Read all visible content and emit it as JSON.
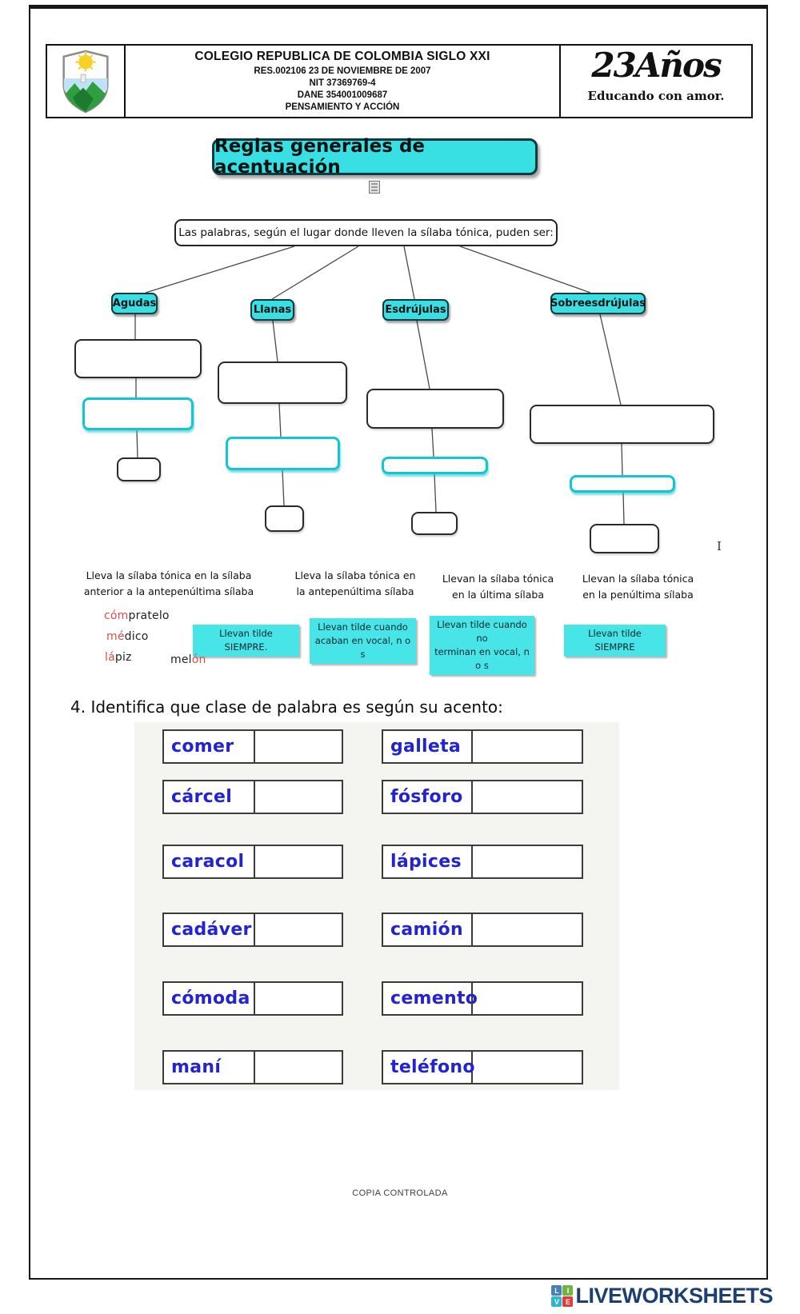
{
  "header": {
    "school_name": "COLEGIO REPUBLICA DE COLOMBIA SIGLO XXI",
    "lines": [
      "RES.002106 23 DE NOVIEMBRE DE 2007",
      "NIT 37369769-4",
      "DANE 354001009687",
      "PENSAMIENTO Y ACCIÓN"
    ],
    "years_number": "23",
    "years_word": "Años",
    "slogan": "Educando con amor."
  },
  "title": "Reglas generales de acentuación",
  "intro": "Las palabras, según el lugar donde lleven la sílaba tónica, puden ser:",
  "categories": [
    "Agudas",
    "Llanas",
    "Esdrújulas",
    "Sobreesdrújulas"
  ],
  "descriptions": [
    {
      "line1": "Lleva la sílaba tónica en la sílaba",
      "line2": "anterior a la antepenúltima sílaba"
    },
    {
      "line1": "Lleva la sílaba tónica en",
      "line2": "la antepenúltima sílaba"
    },
    {
      "line1": "Llevan la sílaba tónica",
      "line2": "en la última sílaba"
    },
    {
      "line1": "Llevan la sílaba tónica",
      "line2": "en la penúltima sílaba"
    }
  ],
  "tilde_rules": [
    {
      "line1": "Llevan tilde SIEMPRE.",
      "line2": ""
    },
    {
      "line1": "Llevan tilde cuando",
      "line2": "acaban en vocal, n o s"
    },
    {
      "line1": "Llevan tilde cuando no",
      "line2": "terminan en vocal, n o s"
    },
    {
      "line1": "Llevan tilde SIEMPRE",
      "line2": ""
    }
  ],
  "examples": [
    {
      "parts": [
        {
          "text": "cóm",
          "color": "#d84f4a"
        },
        {
          "text": "pratelo",
          "color": "#222222"
        }
      ]
    },
    {
      "parts": [
        {
          "text": "mé",
          "color": "#d84f4a"
        },
        {
          "text": "dico",
          "color": "#222222"
        }
      ]
    },
    {
      "parts": [
        {
          "text": "lá",
          "color": "#d84f4a"
        },
        {
          "text": "piz",
          "color": "#222222"
        }
      ]
    },
    {
      "parts": [
        {
          "text": "mel",
          "color": "#222222"
        },
        {
          "text": "ón",
          "color": "#d84f4a"
        }
      ]
    }
  ],
  "exercise": {
    "heading": "4. Identifica que clase de palabra es según su acento:",
    "rows": [
      {
        "left": "comer",
        "right": "galleta"
      },
      {
        "left": "cárcel",
        "right": "fósforo"
      },
      {
        "left": "caracol",
        "right": "lápices"
      },
      {
        "left": "cadáver",
        "right": "camión"
      },
      {
        "left": "cómoda",
        "right": "cemento"
      },
      {
        "left": "maní",
        "right": "teléfono"
      }
    ]
  },
  "footer": {
    "copy_text": "COPIA CONTROLADA"
  },
  "brand": {
    "squares": [
      {
        "letter": "L",
        "bg": "#4a7ebf"
      },
      {
        "letter": "I",
        "bg": "#6fb53f"
      },
      {
        "letter": "V",
        "bg": "#2fb6cf"
      },
      {
        "letter": "E",
        "bg": "#e03a3a"
      }
    ],
    "name": "LIVEWORKSHEETS"
  },
  "colors": {
    "cyan": "#38e0e4",
    "cyan_chip": "#47e5e8",
    "cyan_border": "#14c6cf",
    "word_blue": "#2323cf",
    "accent_red": "#d84f4a"
  }
}
